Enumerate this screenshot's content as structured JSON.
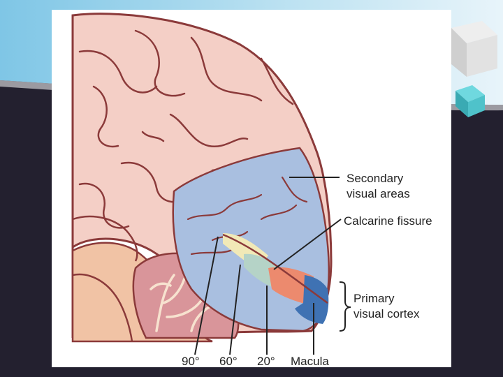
{
  "labels": {
    "secondary_1": "Secondary",
    "secondary_2": "visual areas",
    "calcarine": "Calcarine fissure",
    "primary_1": "Primary",
    "primary_2": "visual cortex",
    "deg90": "90°",
    "deg60": "60°",
    "deg20": "20°",
    "macula": "Macula"
  },
  "colors": {
    "cortex": "#f4cfc6",
    "outline": "#8b3a3a",
    "secondary_visual": "#a9bfe0",
    "zone_90": "#f1e9b7",
    "zone_60": "#b5d3c7",
    "zone_20": "#ec8a6e",
    "macula": "#3f72b3",
    "brainstem": "#f1c3a5",
    "cerebellum": "#d9959a"
  }
}
